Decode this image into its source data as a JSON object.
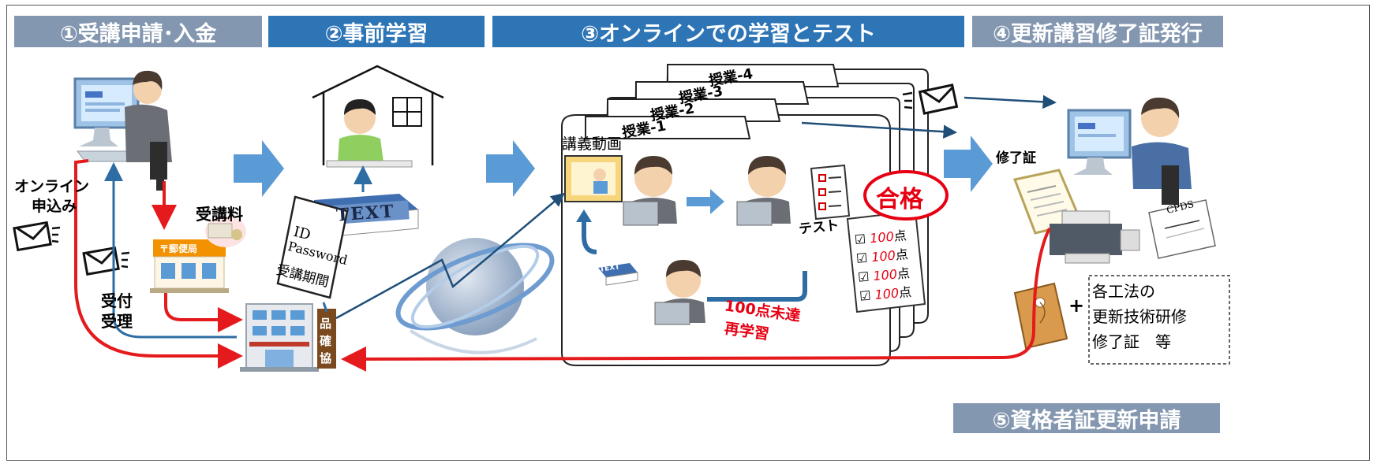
{
  "steps": {
    "s1": "①受講申請･入金",
    "s2": "②事前学習",
    "s3": "③オンラインでの学習とテスト",
    "s4": "④更新講習修了証発行",
    "s5": "⑤資格者証更新申請"
  },
  "labels": {
    "online_apply_1": "オンライン",
    "online_apply_2": "申込み",
    "fee": "受講料",
    "post_office": "〒郵便局",
    "receipt_1": "受付",
    "receipt_2": "受理",
    "org_1": "品",
    "org_2": "確",
    "org_3": "協",
    "text_book": "TEXT",
    "card_id": "ID",
    "card_pw": "Password",
    "card_period": "受講期間",
    "lesson_4": "授業-4",
    "lesson_3": "授業-3",
    "lesson_2": "授業-2",
    "lesson_1": "授業-1",
    "lecture_video": "講義動画",
    "test": "テスト",
    "pass": "合格",
    "score_1": "100",
    "score_2": "100",
    "score_3": "100",
    "score_4": "100",
    "score_unit": "点",
    "fail_1": "100点未達",
    "fail_2": "再学習",
    "small_text": "TEXT",
    "certificate": "修了証",
    "cpds": "CPDS",
    "plus": "+",
    "note_1": "各工法の",
    "note_2": "更新技術研修",
    "note_3": "修了証　等"
  },
  "colors": {
    "header_gray": "#8497b0",
    "header_blue": "#2e75b6",
    "red_arrow": "#e41a1c",
    "blue_arrow": "#2e6da4",
    "big_arrow": "#5b9bd5",
    "pass_red": "#e60012"
  }
}
